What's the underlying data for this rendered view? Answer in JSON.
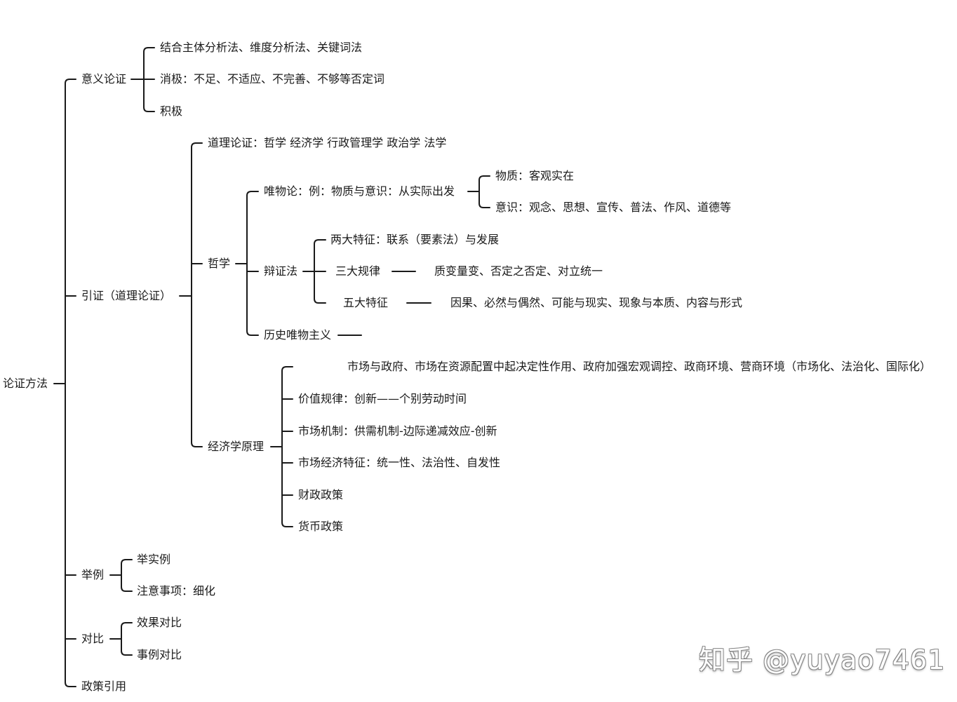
{
  "mindmap": {
    "root": "论证方法",
    "meaning": {
      "label": "意义论证",
      "children": [
        "结合主体分析法、维度分析法、关键词法",
        "消极：不足、不适应、不完善、不够等否定词",
        "积极"
      ]
    },
    "citation": {
      "label": "引证（道理论证）",
      "reasoning": "道理论证：哲学 经济学 行政管理学 政治学 法学",
      "philosophy": {
        "label": "哲学",
        "materialism": {
          "label": "唯物论：例：物质与意识：从实际出发",
          "children": [
            "物质：客观实在",
            "意识：观念、思想、宣传、普法、作风、道德等"
          ]
        },
        "dialectics": {
          "label": "辩证法",
          "children": [
            "两大特征：联系（要素法）与发展",
            "三大规律",
            "五大特征"
          ],
          "laws_detail": "质变量变、否定之否定、对立统一",
          "features_detail": "因果、必然与偶然、可能与现实、现象与本质、内容与形式"
        },
        "historical": "历史唯物主义"
      },
      "economics": {
        "label": "经济学原理",
        "children": [
          "市场与政府、市场在资源配置中起决定性作用、政府加强宏观调控、政商环境、营商环境（市场化、法治化、国际化）",
          "价值规律：创新——个别劳动时间",
          "市场机制：供需机制-边际递减效应-创新",
          "市场经济特征：统一性、法治性、自发性",
          "财政政策",
          "货币政策"
        ]
      }
    },
    "examples": {
      "label": "举例",
      "children": [
        "举实例",
        "注意事项：细化"
      ]
    },
    "contrast": {
      "label": "对比",
      "children": [
        "效果对比",
        "事例对比"
      ]
    },
    "policy": "政策引用"
  },
  "watermark": "知乎 @yuyao7461",
  "colors": {
    "line": "#1a1a1a",
    "text": "#1a1a1a",
    "background": "#ffffff"
  }
}
